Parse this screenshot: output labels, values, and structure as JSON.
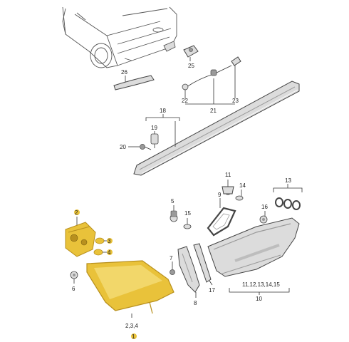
{
  "colors": {
    "highlight": "#e9c23a",
    "highlight_dark": "#b8901e",
    "part_fill": "#dcdcdc",
    "part_dark": "#9a9a9a",
    "line": "#333333"
  },
  "labels": {
    "l1": "1",
    "l234": "2,3,4",
    "l2": "2",
    "l3": "3",
    "l4": "4",
    "l5": "5",
    "l6": "6",
    "l7": "7",
    "l8": "8",
    "l9": "9",
    "l10": "10",
    "l11a": "11",
    "l11_15": "11,12,13,14,15",
    "l13": "13",
    "l14": "14",
    "l15": "15",
    "l16": "16",
    "l17": "17",
    "l18": "18",
    "l19": "19",
    "l20": "20",
    "l21": "21",
    "l22": "22",
    "l23": "23",
    "l25": "25",
    "l26": "26"
  }
}
